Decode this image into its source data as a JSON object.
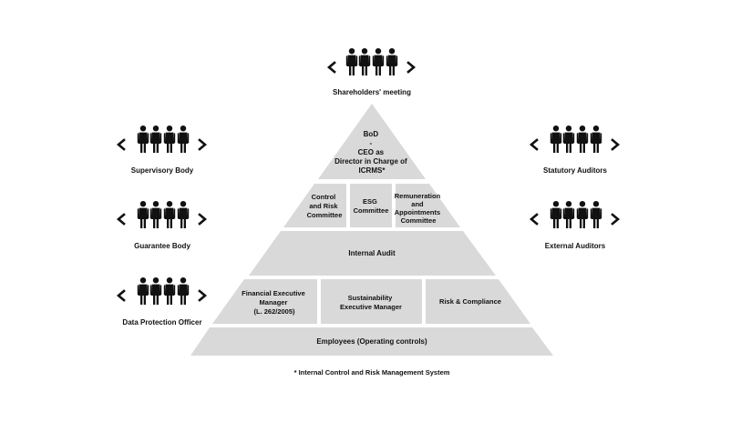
{
  "pyramid": {
    "top": {
      "lines": [
        "BoD",
        "-",
        "CEO as",
        "Director in Charge of",
        "ICRMS*"
      ]
    },
    "committees": [
      {
        "lines": [
          "Control",
          "and Risk",
          "Committee"
        ]
      },
      {
        "lines": [
          "ESG",
          "Committee"
        ]
      },
      {
        "lines": [
          "Remuneration",
          "and",
          "Appointments",
          "Committee"
        ]
      }
    ],
    "internal_audit": "Internal Audit",
    "executives": [
      {
        "lines": [
          "Financial Executive",
          "Manager",
          "(L. 262/2005)"
        ]
      },
      {
        "lines": [
          "Sustainability",
          "Executive Manager"
        ]
      },
      {
        "lines": [
          "Risk & Compliance"
        ]
      }
    ],
    "employees": "Employees (Operating controls)"
  },
  "stakeholders": {
    "shareholders": "Shareholders' meeting",
    "supervisory": "Supervisory Body",
    "guarantee": "Guarantee Body",
    "dpo": "Data Protection Officer",
    "statutory": "Statutory Auditors",
    "external": "External Auditors"
  },
  "footnote": "* Internal Control and Risk Management System",
  "colors": {
    "block_fill": "#d9d9d9",
    "ink": "#111111"
  },
  "icons": {
    "group": "people-group-icon",
    "left": "chevron-left-icon",
    "right": "chevron-right-icon"
  }
}
